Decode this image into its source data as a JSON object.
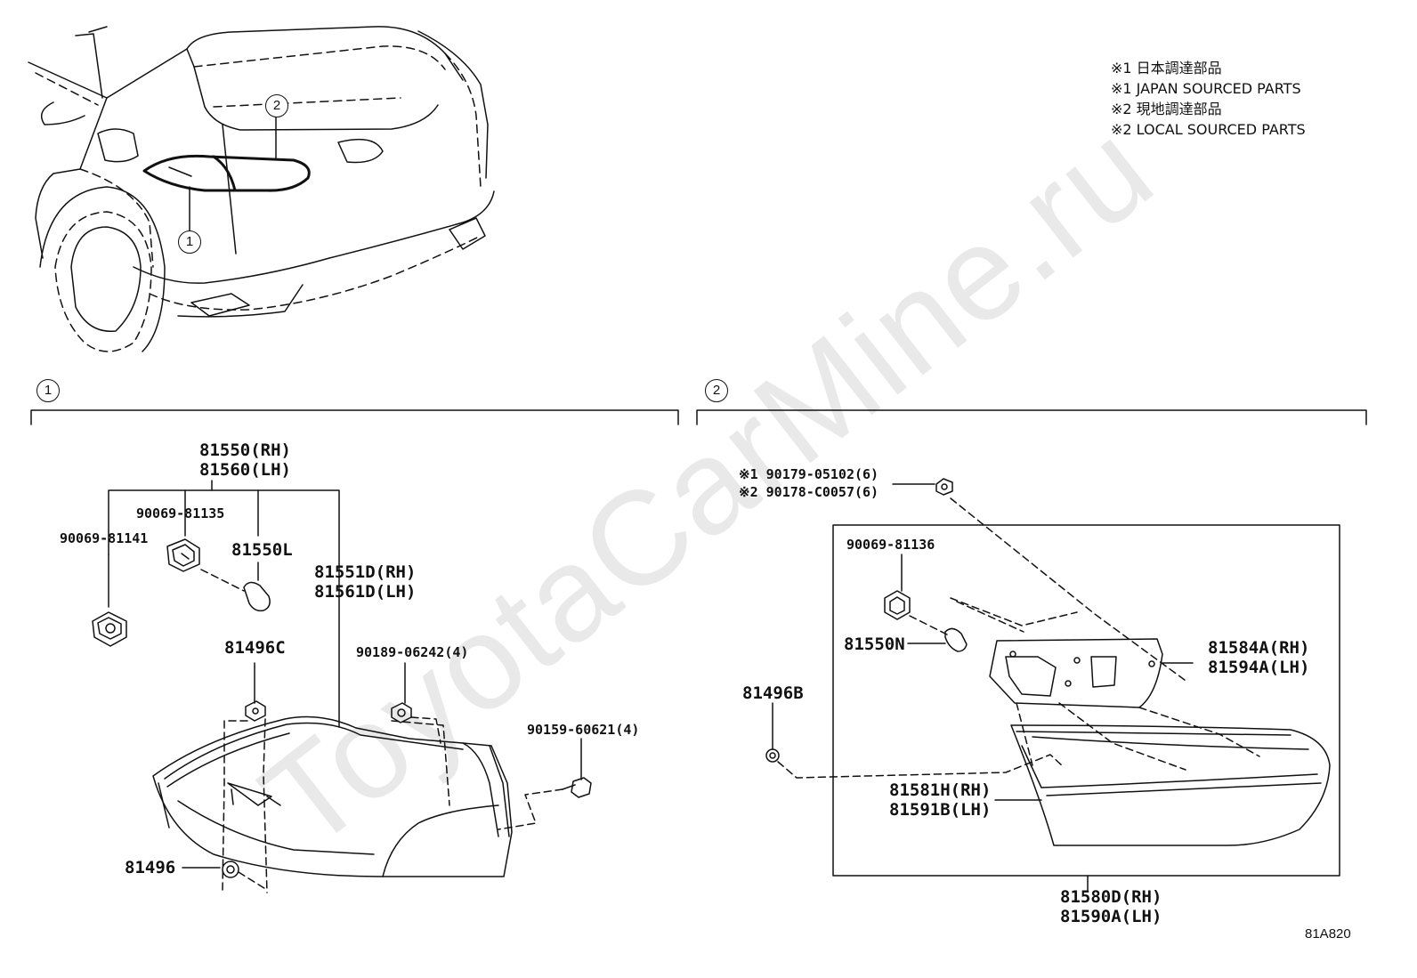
{
  "watermark": "ToyotaCarMine.ru",
  "notes": [
    "※1 日本調達部品",
    "※1 JAPAN SOURCED PARTS",
    "※2 現地調達部品",
    "※2 LOCAL SOURCED PARTS"
  ],
  "overview_callouts": [
    "2",
    "1"
  ],
  "sections": [
    {
      "number": "1"
    },
    {
      "number": "2"
    }
  ],
  "section1_parts": {
    "assy_rh": "81550(RH)",
    "assy_lh": "81560(LH)",
    "socket_a": "90069-81135",
    "socket_b": "90069-81141",
    "bulb": "81550L",
    "lens_rh": "81551D(RH)",
    "lens_lh": "81561D(LH)",
    "clip_c": "81496C",
    "nut": "90189-06242(4)",
    "screw": "90159-60621(4)",
    "clip": "81496"
  },
  "section2_parts": {
    "nut_jp": "※1 90179-05102(6)",
    "nut_local": "※2 90178-C0057(6)",
    "socket": "90069-81136",
    "bulb": "81550N",
    "gasket_rh": "81584A(RH)",
    "gasket_lh": "81594A(LH)",
    "clip_b": "81496B",
    "lens_rh": "81581H(RH)",
    "lens_lh": "81591B(LH)",
    "assy_rh": "81580D(RH)",
    "assy_lh": "81590A(LH)"
  },
  "figure_ref": "81A820",
  "colors": {
    "line": "#111111",
    "watermark": "#e9e9e9"
  }
}
